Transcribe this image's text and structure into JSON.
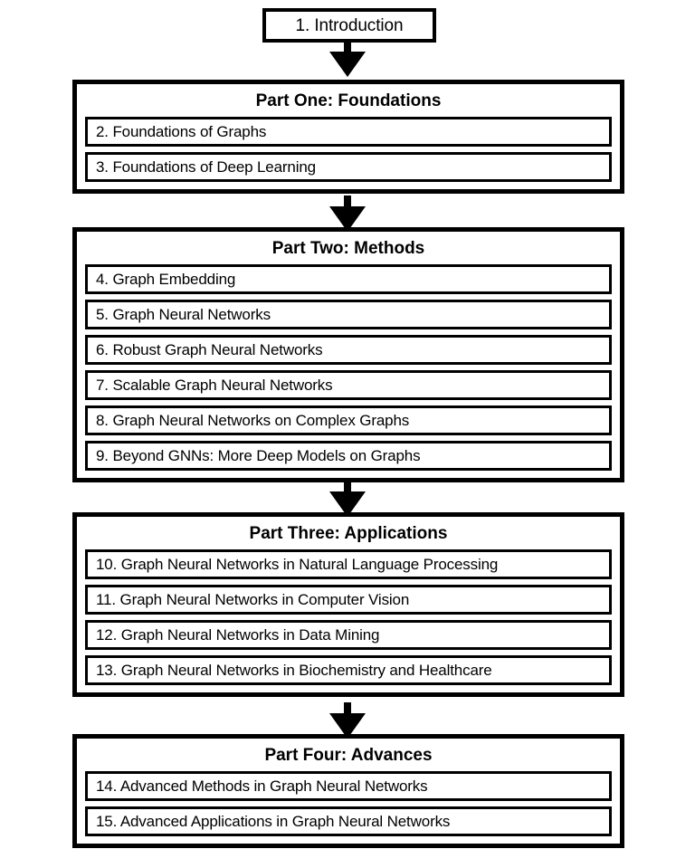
{
  "diagram": {
    "title": "Book organization flowchart",
    "intro": {
      "label": "1. Introduction"
    },
    "parts": [
      {
        "title": "Part One: Foundations",
        "chapters": [
          "2. Foundations of Graphs",
          "3. Foundations of Deep Learning"
        ]
      },
      {
        "title": "Part Two: Methods",
        "chapters": [
          "4. Graph Embedding",
          "5. Graph Neural Networks",
          "6. Robust Graph Neural Networks",
          "7. Scalable Graph Neural Networks",
          "8. Graph Neural Networks on Complex Graphs",
          "9. Beyond GNNs: More Deep Models on Graphs"
        ]
      },
      {
        "title": "Part Three: Applications",
        "chapters": [
          "10. Graph Neural Networks in Natural Language Processing",
          "11. Graph Neural Networks in Computer Vision",
          "12. Graph Neural Networks in Data Mining",
          "13. Graph Neural Networks in Biochemistry and Healthcare"
        ]
      },
      {
        "title": "Part Four: Advances",
        "chapters": [
          "14. Advanced Methods in Graph Neural Networks",
          "15. Advanced Applications in Graph Neural Networks"
        ]
      }
    ],
    "connectors": [
      {
        "name": "arrow-intro-to-part-one"
      },
      {
        "name": "arrow-part-one-to-part-two"
      },
      {
        "name": "arrow-part-two-to-part-three"
      },
      {
        "name": "arrow-part-three-to-part-four"
      }
    ],
    "colors": {
      "stroke": "#000000",
      "background": "#ffffff"
    }
  }
}
